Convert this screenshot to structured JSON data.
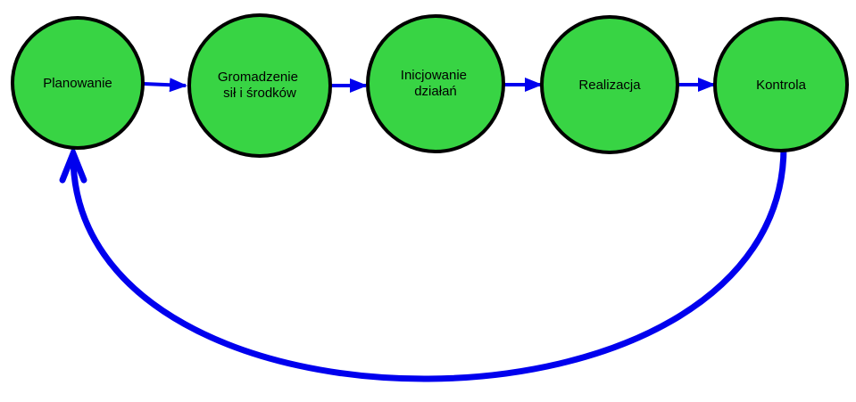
{
  "colors": {
    "node_fill": "#38d444",
    "node_stroke": "#000000",
    "arrow": "#0000ee",
    "background": "#ffffff"
  },
  "nodes": [
    {
      "id": "planowanie",
      "lines": [
        "Planowanie"
      ]
    },
    {
      "id": "gromadzenie",
      "lines": [
        "Gromadzenie",
        "sił i środków"
      ]
    },
    {
      "id": "inicjowanie",
      "lines": [
        "Inicjowanie",
        "działań"
      ]
    },
    {
      "id": "realizacja",
      "lines": [
        "Realizacja"
      ]
    },
    {
      "id": "kontrola",
      "lines": [
        "Kontrola"
      ]
    }
  ],
  "edges": [
    {
      "from": "planowanie",
      "to": "gromadzenie"
    },
    {
      "from": "gromadzenie",
      "to": "inicjowanie"
    },
    {
      "from": "inicjowanie",
      "to": "realizacja"
    },
    {
      "from": "realizacja",
      "to": "kontrola"
    },
    {
      "from": "kontrola",
      "to": "planowanie",
      "kind": "return-loop"
    }
  ]
}
